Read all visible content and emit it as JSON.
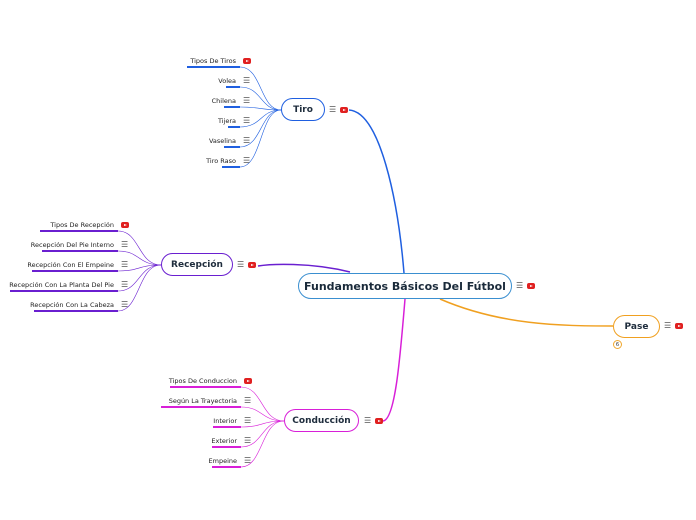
{
  "root": {
    "title": "Fundamentos Básicos Del Fútbol",
    "icons": [
      "note-icon",
      "youtube-icon"
    ]
  },
  "branches": {
    "tiro": {
      "title": "Tiro",
      "color": "#1f5fe0",
      "children": [
        "Tipos De Tiros",
        "Volea",
        "Chilena",
        "Tijera",
        "Vaselina",
        "Tiro Raso"
      ]
    },
    "recepcion": {
      "title": "Recepción",
      "color": "#6a1fd0",
      "children": [
        "Tipos De Recepción",
        "Recepción Del Pie Interno",
        "Recepción Con El Empeine",
        "Recepción Con La Planta Del Pie",
        "Recepción Con La Cabeza"
      ]
    },
    "conduccion": {
      "title": "Conducción",
      "color": "#d81fd8",
      "children": [
        "Tipos De Conduccion",
        "Según La Trayectoria",
        "Interior",
        "Exterior",
        "Empeine"
      ]
    },
    "pase": {
      "title": "Pase",
      "color": "#f0a020",
      "badge": "6"
    }
  }
}
